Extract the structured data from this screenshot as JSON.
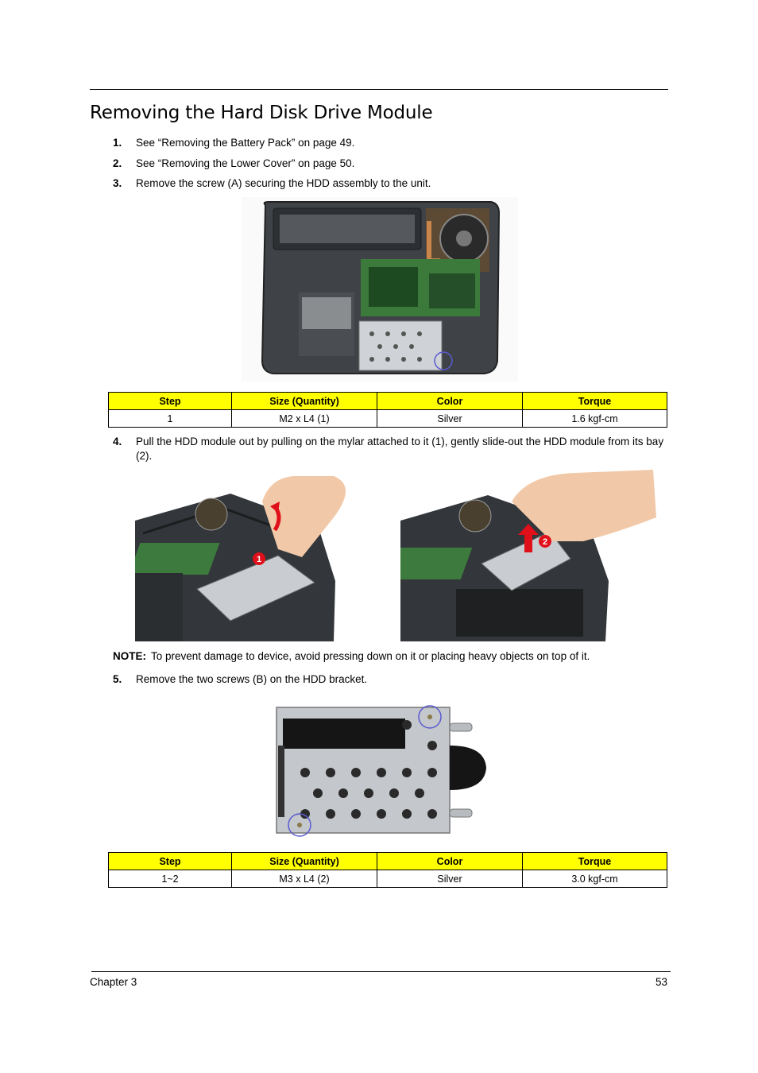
{
  "heading": "Removing the Hard Disk Drive Module",
  "steps": [
    {
      "num": "1.",
      "text": "See “Removing the Battery Pack” on page 49."
    },
    {
      "num": "2.",
      "text": "See “Removing the Lower Cover” on page 50."
    },
    {
      "num": "3.",
      "text": "Remove the screw (A) securing the HDD assembly to the unit."
    },
    {
      "num": "4.",
      "text": "Pull the HDD module out by pulling on the mylar attached to it (1), gently slide-out the HDD module from its bay (2)."
    },
    {
      "num": "5.",
      "text": "Remove the two screws (B) on the HDD bracket."
    }
  ],
  "table1": {
    "headers": [
      "Step",
      "Size (Quantity)",
      "Color",
      "Torque"
    ],
    "row": [
      "1",
      "M2 x L4 (1)",
      "Silver",
      "1.6 kgf-cm"
    ]
  },
  "table2": {
    "headers": [
      "Step",
      "Size (Quantity)",
      "Color",
      "Torque"
    ],
    "row": [
      "1~2",
      "M3 x L4 (2)",
      "Silver",
      "3.0 kgf-cm"
    ]
  },
  "note": {
    "label": "NOTE:",
    "text": "To prevent damage to device, avoid pressing down on it or placing heavy objects on top of it."
  },
  "callouts": {
    "one": "1",
    "two": "2"
  },
  "footer": {
    "left": "Chapter 3",
    "right": "53"
  },
  "colors": {
    "table_header": "#ffff00",
    "callout": "#e0101a",
    "screw_circle": "#5a5ad0"
  }
}
